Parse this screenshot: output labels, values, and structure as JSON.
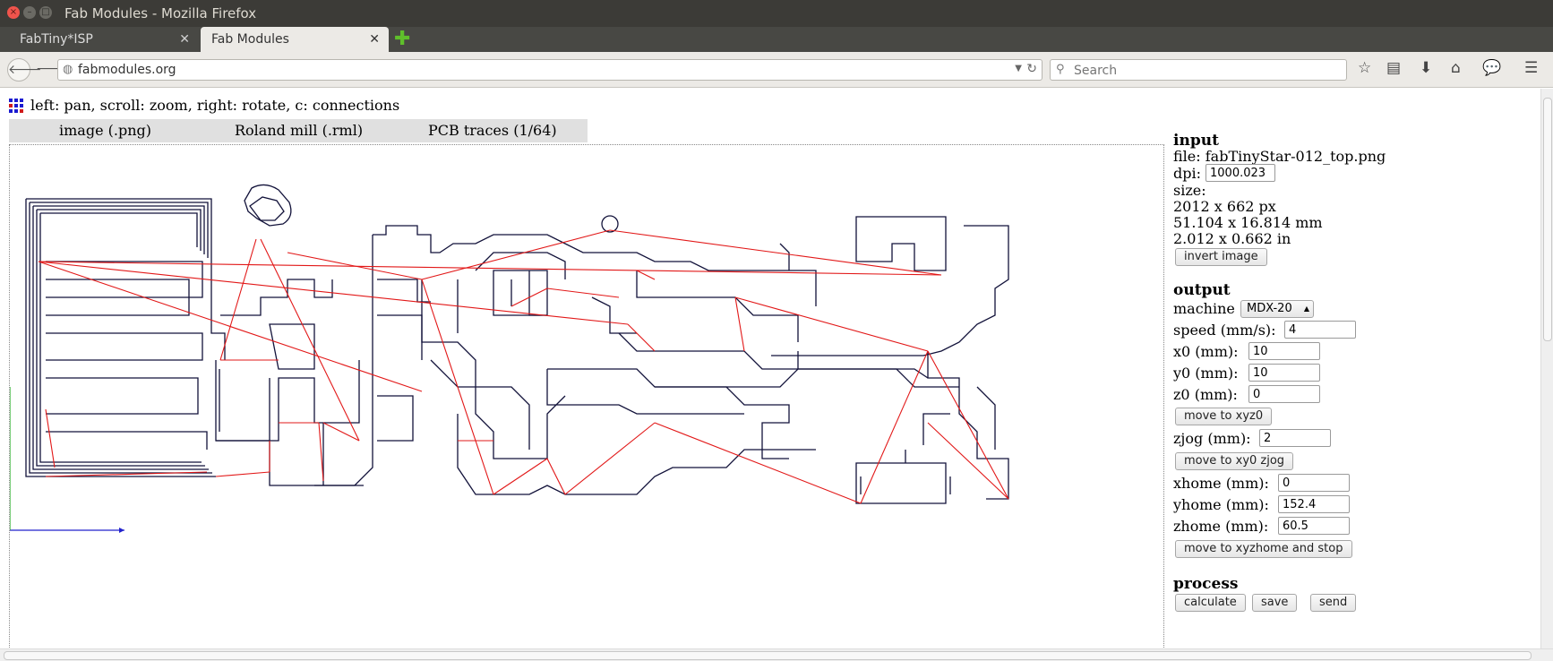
{
  "window": {
    "title": "Fab Modules - Mozilla Firefox"
  },
  "tabs": [
    {
      "label": "FabTiny*ISP"
    },
    {
      "label": "Fab Modules"
    }
  ],
  "navbar": {
    "url": "fabmodules.org",
    "search_placeholder": "Search"
  },
  "page": {
    "hint": "left: pan, scroll: zoom, right: rotate, c: connections",
    "module_tabs": [
      "image (.png)",
      "Roland mill (.rml)",
      "PCB traces (1/64)"
    ]
  },
  "input": {
    "heading": "input",
    "file_label": "file: fabTinyStar-012_top.png",
    "dpi_label": "dpi:",
    "dpi_value": "1000.023",
    "size_label": "size:",
    "size_px": "2012 x 662 px",
    "size_mm": "51.104 x 16.814 mm",
    "size_in": "2.012 x 0.662 in",
    "invert_label": "invert image"
  },
  "output": {
    "heading": "output",
    "machine_label": "machine",
    "machine_value": "MDX-20",
    "speed_label": "speed (mm/s):",
    "speed_value": "4",
    "x0_label": "x0 (mm):",
    "x0_value": "10",
    "y0_label": "y0 (mm):",
    "y0_value": "10",
    "z0_label": "z0 (mm):",
    "z0_value": "0",
    "move_xyz0_label": "move to xyz0",
    "zjog_label": "zjog (mm):",
    "zjog_value": "2",
    "move_xy0_zjog_label": "move to xy0 zjog",
    "xhome_label": "xhome (mm):",
    "xhome_value": "0",
    "yhome_label": "yhome (mm):",
    "yhome_value": "152.4",
    "zhome_label": "zhome (mm):",
    "zhome_value": "60.5",
    "move_home_label": "move to xyzhome and stop"
  },
  "process": {
    "heading": "process",
    "calculate_label": "calculate",
    "save_label": "save",
    "send_label": "send"
  }
}
